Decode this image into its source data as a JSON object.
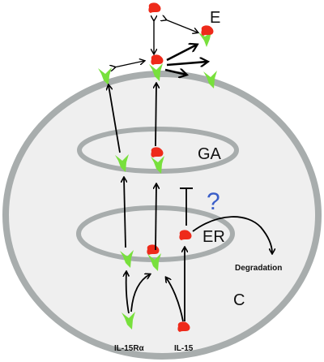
{
  "labels": {
    "extracellular": "E",
    "golgi": "GA",
    "er": "ER",
    "cytoplasm": "C",
    "degradation": "Degradation",
    "il15ra": "IL-15Rα",
    "il15": "IL-15",
    "question": "?"
  },
  "colors": {
    "membrane": "#a8adad",
    "cell_fill": "#efefef",
    "receptor": "#78e03c",
    "ligand": "#ee2a1a",
    "arrow": "#000000",
    "question": "#3a5ec8"
  }
}
